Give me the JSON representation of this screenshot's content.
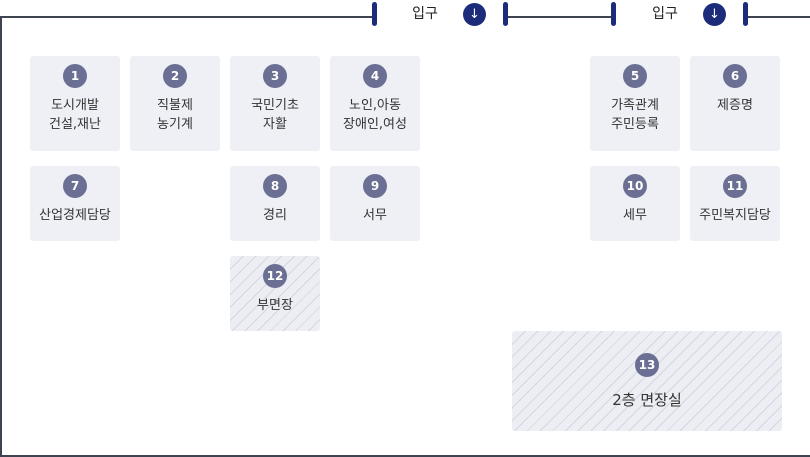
{
  "entrances": [
    {
      "label": "입구",
      "icon": "arrow-down-icon"
    },
    {
      "label": "입구",
      "icon": "arrow-down-icon"
    }
  ],
  "colors": {
    "wall": "#3d4450",
    "accent": "#1c2c7a",
    "room": "#eff0f5",
    "badge": "#6a6f93"
  },
  "rooms": [
    {
      "number": "1",
      "name": "도시개발\n건설,재난"
    },
    {
      "number": "2",
      "name": "직불제\n농기계"
    },
    {
      "number": "3",
      "name": "국민기초\n자활"
    },
    {
      "number": "4",
      "name": "노인,아동\n장애인,여성"
    },
    {
      "number": "5",
      "name": "가족관계\n주민등록"
    },
    {
      "number": "6",
      "name": "제증명"
    },
    {
      "number": "7",
      "name": "산업경제담당"
    },
    {
      "number": "8",
      "name": "경리"
    },
    {
      "number": "9",
      "name": "서무"
    },
    {
      "number": "10",
      "name": "세무"
    },
    {
      "number": "11",
      "name": "주민복지담당"
    },
    {
      "number": "12",
      "name": "부면장"
    },
    {
      "number": "13",
      "name": "2층 면장실"
    }
  ]
}
